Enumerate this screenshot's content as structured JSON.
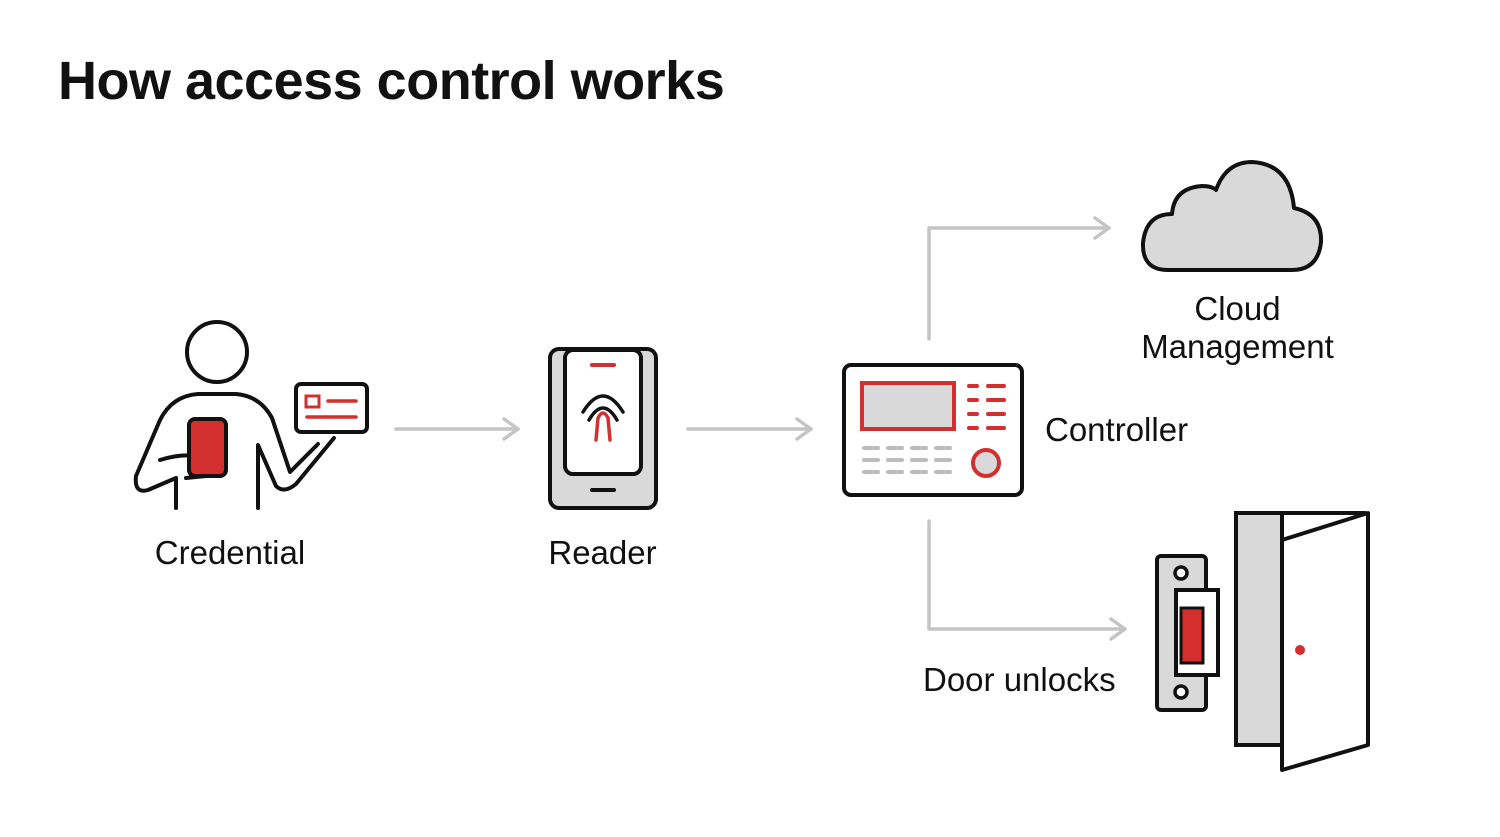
{
  "title": "How access control works",
  "nodes": {
    "credential": {
      "label": "Credential"
    },
    "reader": {
      "label": "Reader"
    },
    "controller": {
      "label": "Controller"
    },
    "cloud": {
      "label": "Cloud Management"
    },
    "door": {
      "label": "Door unlocks"
    }
  },
  "colors": {
    "accent": "#d32f2f",
    "outline": "#111111",
    "arrow": "#c4c4c4",
    "fill_gray": "#d9d9d9"
  }
}
